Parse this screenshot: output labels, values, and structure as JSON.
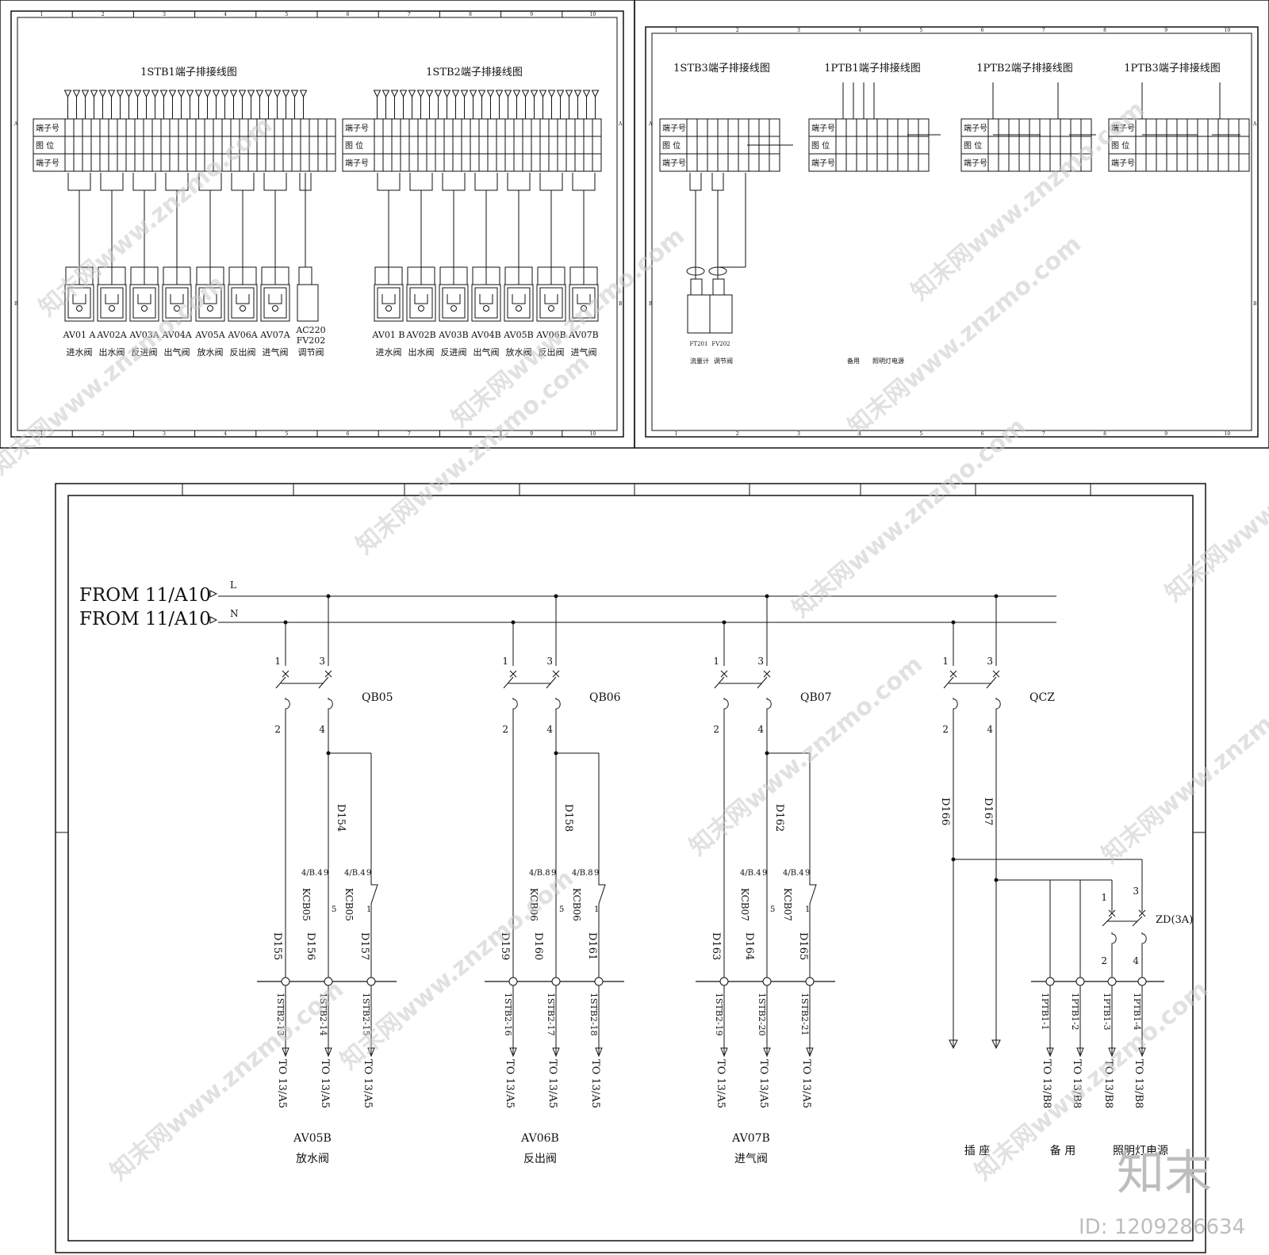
{
  "sheet1": {
    "grid_numbers": [
      "1",
      "2",
      "3",
      "4",
      "5",
      "6",
      "7",
      "8",
      "9",
      "10"
    ],
    "row_letters": [
      "A",
      "B"
    ],
    "titles": [
      "1STB1端子排接线图",
      "1STB2端子排接线图"
    ],
    "row_labels": [
      "端子号",
      "图  位",
      "端子号"
    ],
    "devices_a": [
      {
        "code": "AV01 A",
        "name": "进水阀"
      },
      {
        "code": "AV02A",
        "name": "出水阀"
      },
      {
        "code": "AV03A",
        "name": "反进阀"
      },
      {
        "code": "AV04A",
        "name": "出气阀"
      },
      {
        "code": "AV05A",
        "name": "放水阀"
      },
      {
        "code": "AV06A",
        "name": "反出阀"
      },
      {
        "code": "AV07A",
        "name": "进气阀"
      }
    ],
    "regulator": {
      "line1": "AC220",
      "line2": "FV202",
      "name": "调节阀"
    },
    "devices_b": [
      {
        "code": "AV01 B",
        "name": "进水阀"
      },
      {
        "code": "AV02B",
        "name": "出水阀"
      },
      {
        "code": "AV03B",
        "name": "反进阀"
      },
      {
        "code": "AV04B",
        "name": "出气阀"
      },
      {
        "code": "AV05B",
        "name": "放水阀"
      },
      {
        "code": "AV06B",
        "name": "反出阀"
      },
      {
        "code": "AV07B",
        "name": "进气阀"
      }
    ]
  },
  "sheet2": {
    "grid_numbers": [
      "1",
      "2",
      "3",
      "4",
      "5",
      "6",
      "7",
      "8",
      "9",
      "10"
    ],
    "row_letters": [
      "A",
      "B"
    ],
    "titles": [
      "1STB3端子排接线图",
      "1PTB1端子排接线图",
      "1PTB2端子排接线图",
      "1PTB3端子排接线图"
    ],
    "row_labels": [
      "端子号",
      "图  位",
      "端子号"
    ],
    "ft_code": "FT201",
    "fv_code": "FV202",
    "ft_name": "流量计",
    "fv_name": "调节阀",
    "spare": "备用",
    "lighting": "照明灯电源"
  },
  "sheet3": {
    "from_l": "FROM 11/A10",
    "from_n": "FROM 11/A10",
    "l_label": "L",
    "n_label": "N",
    "breakers": [
      "QB05",
      "QB06",
      "QB07",
      "QCZ"
    ],
    "pin_labels": [
      "1",
      "3",
      "2",
      "4"
    ],
    "wires_a": [
      "D154",
      "D158",
      "D162"
    ],
    "wires_b": [
      "D155",
      "D156",
      "D157",
      "D159",
      "D160",
      "D161",
      "D163",
      "D164",
      "D165"
    ],
    "relay_refs": [
      "4/B.4",
      "4/B.4",
      "4/B.8",
      "4/B.8",
      "4/B.4",
      "4/B.4"
    ],
    "relay_names": [
      "KCB05",
      "KCB05",
      "KCB06",
      "KCB06",
      "KCB07",
      "KCB07"
    ],
    "contact_pins": [
      "9",
      "5",
      "1"
    ],
    "terminals": [
      "1STB2-13",
      "1STB2-14",
      "1STB2-15",
      "1STB2-16",
      "1STB2-17",
      "1STB2-18",
      "1STB2-19",
      "1STB2-20",
      "1STB2-21"
    ],
    "to_a5": "TO 13/A5",
    "qcz_wires": [
      "D166",
      "D167"
    ],
    "ptb_terminals": [
      "1PTB1-1",
      "1PTB1-2",
      "1PTB1-3",
      "1PTB1-4"
    ],
    "to_b8": "TO 13/B8",
    "zd_label": "ZD(3A)",
    "valve_codes": [
      "AV05B",
      "AV06B",
      "AV07B"
    ],
    "valve_names": [
      "放水阀",
      "反出阀",
      "进气阀"
    ],
    "socket": "插  座",
    "spare": "备  用",
    "lighting": "照明灯电源"
  },
  "watermark": {
    "text": "知末网www.znzmo.com",
    "logo": "知末",
    "id": "ID: 1209286634"
  }
}
